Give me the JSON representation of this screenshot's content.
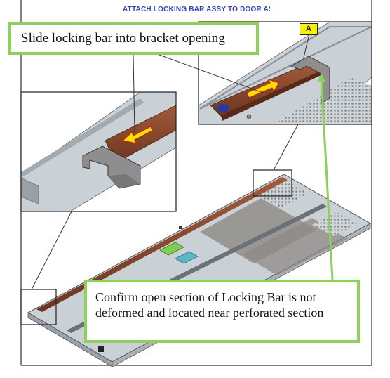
{
  "document": {
    "header_text": "ATTACH LOCKING BAR ASSY TO DOOR ASSY",
    "callouts": {
      "slide": "Slide locking bar into bracket opening",
      "confirm": "Confirm open section of Locking Bar is not deformed and located near perforated section"
    },
    "detail_label": "A"
  },
  "colors": {
    "callout_border": "#8dd05a",
    "header_text": "#2f3fcf",
    "locking_bar": "#8a4a2e",
    "panel": "#c9d0d6",
    "arrow": "#f7e100",
    "label_fill": "#f7f000"
  }
}
